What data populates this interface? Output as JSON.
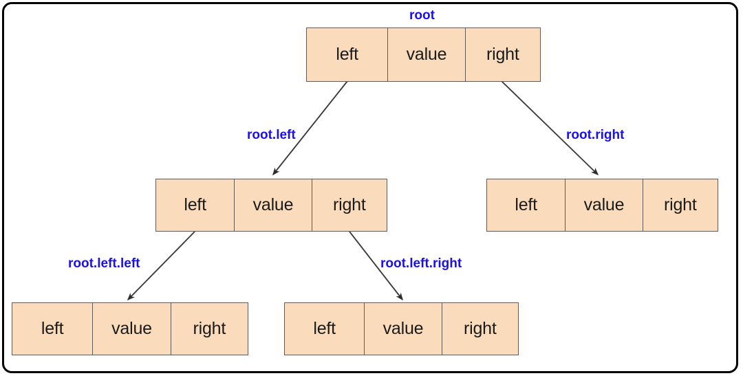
{
  "diagram": {
    "title_label": "root",
    "cell_labels": {
      "left": "left",
      "value": "value",
      "right": "right"
    },
    "colors": {
      "node_fill": "#fadcbc",
      "node_border": "#5f5a55",
      "label_text": "#1a0ff0",
      "cell_text": "#1a1a1a",
      "edge_stroke": "#3d3a37",
      "frame_border": "#000000",
      "background": "#ffffff"
    },
    "nodes": [
      {
        "id": "root",
        "cells": [
          "left",
          "value",
          "right"
        ]
      },
      {
        "id": "root-left",
        "cells": [
          "left",
          "value",
          "right"
        ]
      },
      {
        "id": "root-right",
        "cells": [
          "left",
          "value",
          "right"
        ]
      },
      {
        "id": "root-left-left",
        "cells": [
          "left",
          "value",
          "right"
        ]
      },
      {
        "id": "root-left-right",
        "cells": [
          "left",
          "value",
          "right"
        ]
      }
    ],
    "edges": [
      {
        "id": "edge-root-left",
        "label": "root.left",
        "from": "root",
        "to": "root-left"
      },
      {
        "id": "edge-root-right",
        "label": "root.right",
        "from": "root",
        "to": "root-right"
      },
      {
        "id": "edge-root-left-left",
        "label": "root.left.left",
        "from": "root-left",
        "to": "root-left-left"
      },
      {
        "id": "edge-root-left-right",
        "label": "root.left.right",
        "from": "root-left",
        "to": "root-left-right"
      }
    ]
  }
}
